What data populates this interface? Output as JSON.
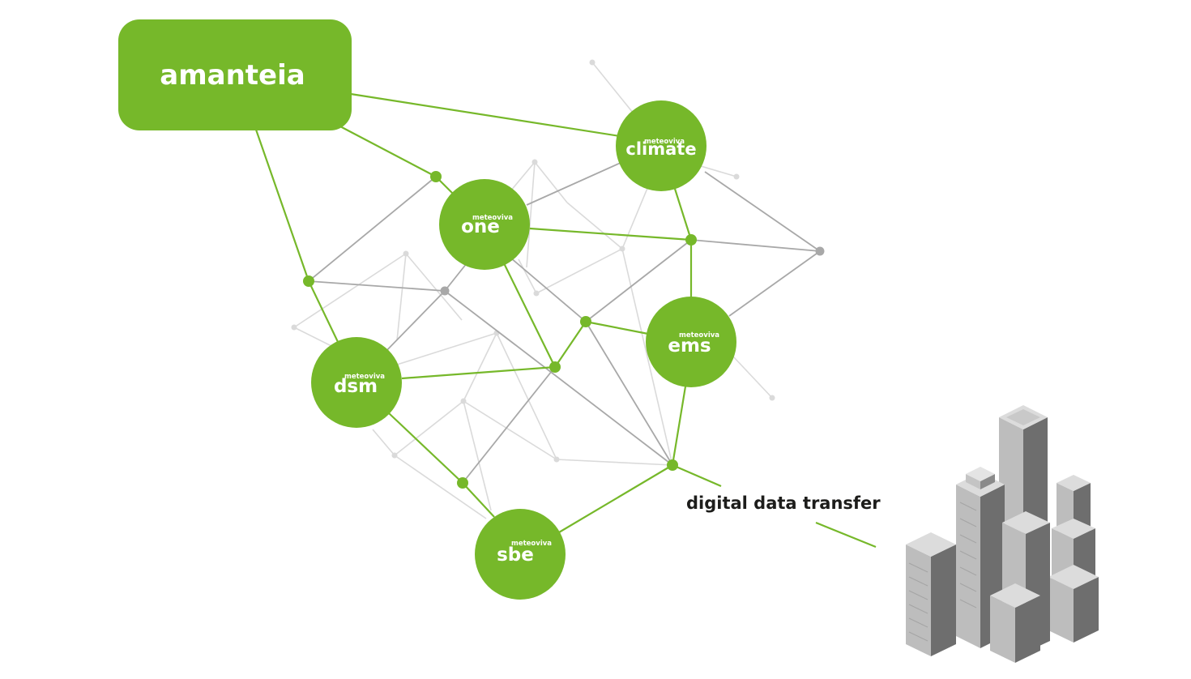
{
  "diagram": {
    "platform_label": "amanteia",
    "transfer_label": "digital data transfer",
    "accent_color": "#76b82a",
    "line_gray": "#a8a8a8",
    "line_light": "#dadada",
    "products": [
      {
        "id": "climate",
        "brand": "meteoviva",
        "name": "climate"
      },
      {
        "id": "one",
        "brand": "meteoviva",
        "name": "one"
      },
      {
        "id": "ems",
        "brand": "meteoviva",
        "name": "ems"
      },
      {
        "id": "dsm",
        "brand": "meteoviva",
        "name": "dsm"
      },
      {
        "id": "sbe",
        "brand": "meteoviva",
        "name": "sbe"
      }
    ],
    "icons": {
      "buildings": "city-buildings-icon"
    }
  }
}
